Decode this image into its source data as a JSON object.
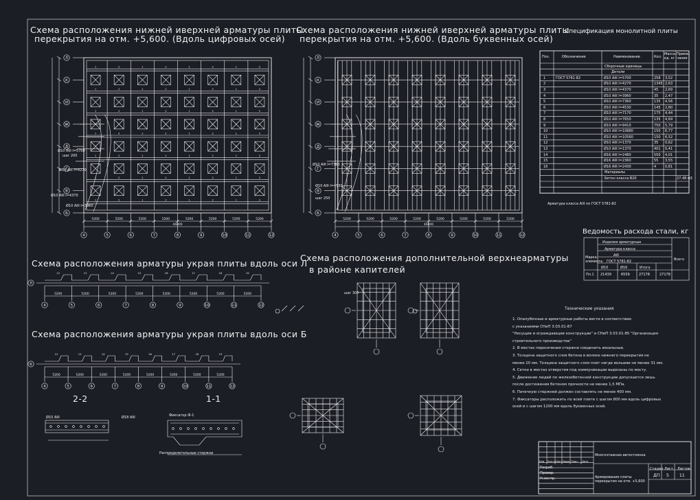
{
  "titles": {
    "plan_left": [
      "Схема расположения нижней иверхней арматуры плиты",
      "перекрытия на отм. +5,600. (Вдоль цифровых осей)"
    ],
    "plan_right": [
      "Схема расположения нижней иверхней арматуры плиты",
      "перекрытия  на отм. +5,600. (Вдоль буквенных осей)"
    ],
    "edge_l": "Схема расположения арматуры украя плиты вдоль оси Л",
    "edge_b": "Схема расположения арматуры украя плиты вдоль оси Б",
    "extra": [
      "Схема расположения дополнительной верхнеарматуры",
      "в районе капителей"
    ],
    "spec": "Спецификация монолитной плиты",
    "steel": "Ведомость расхода стали, кг",
    "sec22": "2-2",
    "sec11": "1-1"
  },
  "spec": {
    "headers": [
      "Поз.",
      "Обозначение",
      "Наименование",
      "Кол.",
      "Масса ед. кг",
      "Приме- чание"
    ],
    "subhead1": "Сборочные единицы",
    "subhead2": "Детали",
    "rows": [
      [
        "1",
        "ГОСТ 5781-82",
        "Ø10 AIII l=5700",
        "258",
        "3,52"
      ],
      [
        "2",
        "",
        "Ø10 AIII l=4270",
        "1345",
        "2,63"
      ],
      [
        "3",
        "",
        "Ø10 AIII l=4370",
        "45",
        "2,69"
      ],
      [
        "4",
        "",
        "Ø10 AIII l=3960",
        "35",
        "2,47"
      ],
      [
        "5",
        "",
        "Ø10 AIII l=7360",
        "135",
        "4,56"
      ],
      [
        "6",
        "",
        "Ø10 AIII l=4530",
        "145",
        "2,80"
      ],
      [
        "7",
        "",
        "Ø10 AIII l=7170",
        "175",
        "4,44"
      ],
      [
        "8",
        "",
        "Ø10 AIII l=7650",
        "135",
        "4,69"
      ],
      [
        "9",
        "",
        "Ø10 AIII l=9410",
        "750",
        "5,79"
      ],
      [
        "10",
        "",
        "Ø10 AIII l=10880",
        "150",
        "6,77"
      ],
      [
        "11",
        "",
        "Ø10 AIII l=10560",
        "150",
        "6,52"
      ],
      [
        "12",
        "",
        "Ø10 AIII l=1370",
        "35",
        "0,62"
      ],
      [
        "13",
        "",
        "Ø10 AIII l=1370",
        "401",
        "0,41"
      ],
      [
        "14",
        "",
        "Ø16 AIII l=2480",
        "550",
        "4,01"
      ],
      [
        "15",
        "",
        "Ø16 AIII l=2360",
        "55",
        "3,55"
      ],
      [
        "16",
        "",
        "Ø16 AIII l=2430",
        "4",
        "0,81"
      ]
    ],
    "materials": "Материалы",
    "concrete": "Бетон класса В20",
    "concrete_vol": "27,48 м3",
    "note": "Арматура класса AIII по ГОСТ 5781-82"
  },
  "steel": {
    "top": "Изделия арматурные",
    "sub": "Арматура класса",
    "cls": "AIII",
    "gost": "ГОСТ 5781-82",
    "left": "Марка элемента",
    "total": "Всего",
    "d1": "Ø10",
    "d2": "Ø16",
    "itog": "Итого",
    "row": [
      "Пл.1",
      "21439",
      "6559",
      "27178",
      "27178"
    ]
  },
  "notes": {
    "title": "Технические указания",
    "lines": [
      "1. Опалубочные и арматурные работы вести в соответствии",
      "с указаниями СНиП 3.03.01-87",
      "\"Несущие и ограждающие конструкции\" и СНиП 3.03.01-85 \"Организация",
      "строительного производства\"",
      "2. В местах пересечения стержни соединить вязальные.",
      "3. Толщина защитного слоя бетона в волоке нижнего перекрытия не",
      "менее 20 мм. Толщина защитного слоя плит нигде вольами не менее 31 мм.",
      "4. Сетки в местах отверстия под коммуникации вырезаны по месту.",
      "5. Движение людей по железобетонной конструкции допускается лишь",
      "после достижения бетоном прочности не менее 1,5 МПа.",
      "6. Пачечную стержней должен составлять не менее 400 мм.",
      "7. Фиксаторы расположить по всей плите с шагом 800 мм вдоль цифровых",
      "осей и с шагом 1200 мм вдоль буквенных осей."
    ]
  },
  "stamp": {
    "cols": [
      "Изм",
      "Кол.уч",
      "Лист",
      "№док",
      "Подп.",
      "Дата"
    ],
    "roles": [
      "Разраб.",
      "Провер.",
      "Н.контр."
    ],
    "building": "Многоэтажная автостоянка",
    "sheet_title": [
      "Армирование плиты",
      "перекрытия на отм. +5,600"
    ],
    "stage_h": "Стадия",
    "list_h": "Лист",
    "lists_h": "Листов",
    "stage": "ДП",
    "list": "5",
    "lists": "11"
  },
  "axes": {
    "letters_left": [
      "Л",
      "К",
      "И",
      "Ж",
      "Д",
      "Г",
      "В",
      "Б"
    ],
    "numbers": [
      "4",
      "5",
      "6",
      "7",
      "8",
      "9",
      "10",
      "11",
      "12"
    ],
    "numbers_ext": [
      "4",
      "5",
      "6",
      "7",
      "8",
      "9",
      "10",
      "11",
      "12"
    ]
  },
  "dims": {
    "span": "5200",
    "total": "46800"
  },
  "callouts": {
    "c1": "Ø10 AIII l=5700",
    "c2": "Ø10 AIII l=4270",
    "c3": "Ø10 AIII l=4370",
    "c4": "Ø10 AIII l=3960",
    "c5": "Ø10 AIII l=7360",
    "c6": "Ø10 AIII l=4530",
    "s1": "шаг 200",
    "s2": "шаг 250",
    "s3": "шаг 300",
    "a10": "Ø10 AIII",
    "a18": "Ø18 AIII",
    "fix": "Фиксатор Ф-1",
    "rasp": "Распределительные стержни"
  },
  "colors": {
    "bg": "#1c1e26",
    "line": "#f2f2f2"
  }
}
